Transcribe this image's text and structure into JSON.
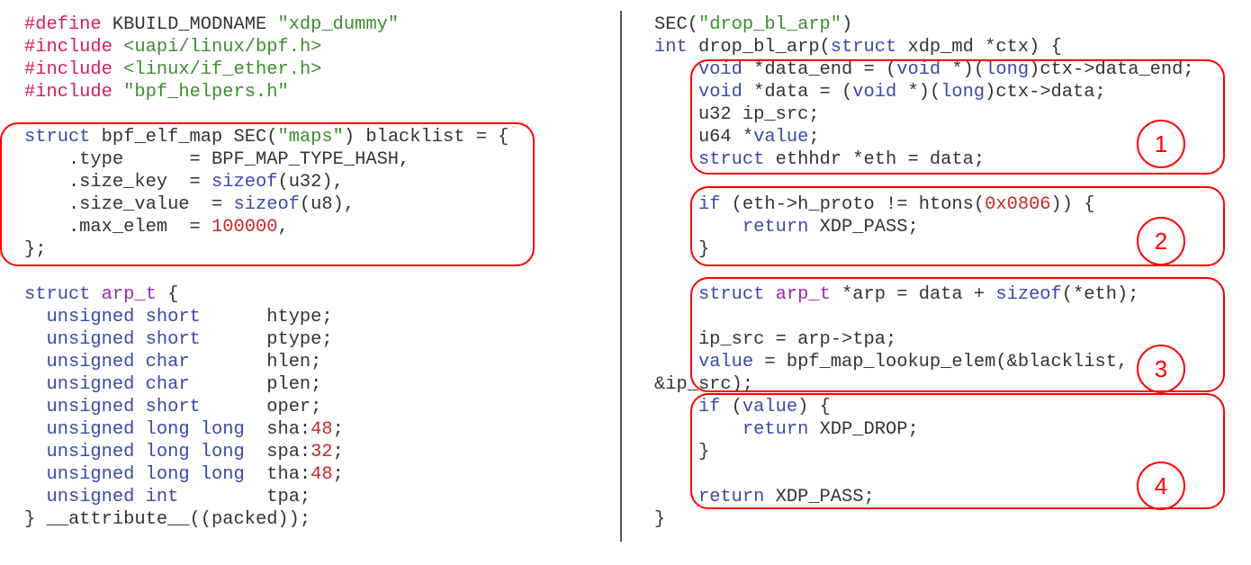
{
  "left_code": [
    [
      [
        "p",
        "#define"
      ],
      [
        "x",
        " KBUILD_MODNAME "
      ],
      [
        "s",
        "\"xdp_dummy\""
      ]
    ],
    [
      [
        "p",
        "#include"
      ],
      [
        "x",
        " "
      ],
      [
        "s",
        "<uapi/linux/bpf.h>"
      ]
    ],
    [
      [
        "p",
        "#include"
      ],
      [
        "x",
        " "
      ],
      [
        "s",
        "<linux/if_ether.h>"
      ]
    ],
    [
      [
        "p",
        "#include"
      ],
      [
        "x",
        " "
      ],
      [
        "s",
        "\"bpf_helpers.h\""
      ]
    ],
    [],
    [
      [
        "k",
        "struct"
      ],
      [
        "x",
        " bpf_elf_map SEC("
      ],
      [
        "s",
        "\"maps\""
      ],
      [
        "x",
        ") blacklist = {"
      ]
    ],
    [
      [
        "x",
        "    .type      = BPF_MAP_TYPE_HASH,"
      ]
    ],
    [
      [
        "x",
        "    .size_key  = "
      ],
      [
        "k",
        "sizeof"
      ],
      [
        "x",
        "(u32),"
      ]
    ],
    [
      [
        "x",
        "    .size_value  = "
      ],
      [
        "k",
        "sizeof"
      ],
      [
        "x",
        "(u8),"
      ]
    ],
    [
      [
        "x",
        "    .max_elem  = "
      ],
      [
        "n",
        "100000"
      ],
      [
        "x",
        ","
      ]
    ],
    [
      [
        "x",
        "};"
      ]
    ],
    [],
    [
      [
        "k",
        "struct"
      ],
      [
        "x",
        " "
      ],
      [
        "t",
        "arp_t"
      ],
      [
        "x",
        " {"
      ]
    ],
    [
      [
        "x",
        "  "
      ],
      [
        "k",
        "unsigned short"
      ],
      [
        "x",
        "      htype;"
      ]
    ],
    [
      [
        "x",
        "  "
      ],
      [
        "k",
        "unsigned short"
      ],
      [
        "x",
        "      ptype;"
      ]
    ],
    [
      [
        "x",
        "  "
      ],
      [
        "k",
        "unsigned char"
      ],
      [
        "x",
        "       hlen;"
      ]
    ],
    [
      [
        "x",
        "  "
      ],
      [
        "k",
        "unsigned char"
      ],
      [
        "x",
        "       plen;"
      ]
    ],
    [
      [
        "x",
        "  "
      ],
      [
        "k",
        "unsigned short"
      ],
      [
        "x",
        "      oper;"
      ]
    ],
    [
      [
        "x",
        "  "
      ],
      [
        "k",
        "unsigned long long"
      ],
      [
        "x",
        "  sha:"
      ],
      [
        "n",
        "48"
      ],
      [
        "x",
        ";"
      ]
    ],
    [
      [
        "x",
        "  "
      ],
      [
        "k",
        "unsigned long long"
      ],
      [
        "x",
        "  spa:"
      ],
      [
        "n",
        "32"
      ],
      [
        "x",
        ";"
      ]
    ],
    [
      [
        "x",
        "  "
      ],
      [
        "k",
        "unsigned long long"
      ],
      [
        "x",
        "  tha:"
      ],
      [
        "n",
        "48"
      ],
      [
        "x",
        ";"
      ]
    ],
    [
      [
        "x",
        "  "
      ],
      [
        "k",
        "unsigned int"
      ],
      [
        "x",
        "        tpa;"
      ]
    ],
    [
      [
        "x",
        "} __attribute__((packed));"
      ]
    ]
  ],
  "right_code": [
    [
      [
        "x",
        "SEC("
      ],
      [
        "s",
        "\"drop_bl_arp\""
      ],
      [
        "x",
        ")"
      ]
    ],
    [
      [
        "k",
        "int"
      ],
      [
        "x",
        " drop_bl_arp("
      ],
      [
        "k",
        "struct"
      ],
      [
        "x",
        " xdp_md *ctx) {"
      ]
    ],
    [
      [
        "x",
        "    "
      ],
      [
        "k",
        "void"
      ],
      [
        "x",
        " *data_end = ("
      ],
      [
        "k",
        "void"
      ],
      [
        "x",
        " *)("
      ],
      [
        "k",
        "long"
      ],
      [
        "x",
        ")ctx->data_end;"
      ]
    ],
    [
      [
        "x",
        "    "
      ],
      [
        "k",
        "void"
      ],
      [
        "x",
        " *data = ("
      ],
      [
        "k",
        "void"
      ],
      [
        "x",
        " *)("
      ],
      [
        "k",
        "long"
      ],
      [
        "x",
        ")ctx->data;"
      ]
    ],
    [
      [
        "x",
        "    u32 ip_src;"
      ]
    ],
    [
      [
        "x",
        "    u64 *"
      ],
      [
        "k",
        "value"
      ],
      [
        "x",
        ";"
      ]
    ],
    [
      [
        "x",
        "    "
      ],
      [
        "k",
        "struct"
      ],
      [
        "x",
        " ethhdr *eth = data;"
      ]
    ],
    [],
    [
      [
        "x",
        "    "
      ],
      [
        "k",
        "if"
      ],
      [
        "x",
        " (eth->h_proto != htons("
      ],
      [
        "n",
        "0x0806"
      ],
      [
        "x",
        ")) {"
      ]
    ],
    [
      [
        "x",
        "        "
      ],
      [
        "k",
        "return"
      ],
      [
        "x",
        " XDP_PASS;"
      ]
    ],
    [
      [
        "x",
        "    }"
      ]
    ],
    [],
    [
      [
        "x",
        "    "
      ],
      [
        "k",
        "struct"
      ],
      [
        "x",
        " "
      ],
      [
        "t",
        "arp_t"
      ],
      [
        "x",
        " *arp = data + "
      ],
      [
        "k",
        "sizeof"
      ],
      [
        "x",
        "(*eth);"
      ]
    ],
    [],
    [
      [
        "x",
        "    ip_src = arp->tpa;"
      ]
    ],
    [
      [
        "x",
        "    "
      ],
      [
        "k",
        "value"
      ],
      [
        "x",
        " = bpf_map_lookup_elem(&blacklist,"
      ]
    ],
    [
      [
        "x",
        "&ip_src);"
      ]
    ],
    [
      [
        "x",
        "    "
      ],
      [
        "k",
        "if"
      ],
      [
        "x",
        " ("
      ],
      [
        "k",
        "value"
      ],
      [
        "x",
        ") {"
      ]
    ],
    [
      [
        "x",
        "        "
      ],
      [
        "k",
        "return"
      ],
      [
        "x",
        " XDP_DROP;"
      ]
    ],
    [
      [
        "x",
        "    }"
      ]
    ],
    [],
    [
      [
        "x",
        "    "
      ],
      [
        "k",
        "return"
      ],
      [
        "x",
        " XDP_PASS;"
      ]
    ],
    [
      [
        "x",
        "}"
      ]
    ]
  ],
  "annotations": [
    "1",
    "2",
    "3",
    "4"
  ]
}
